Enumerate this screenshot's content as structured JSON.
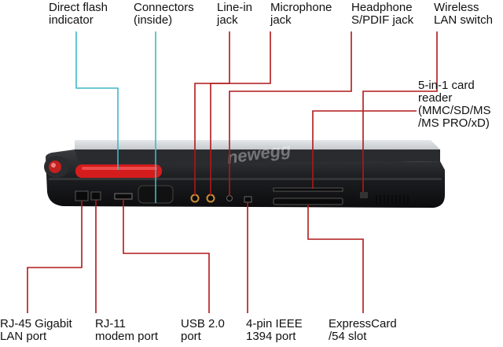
{
  "diagram": {
    "top_labels": [
      {
        "id": "direct-flash",
        "text": "Direct flash\nindicator"
      },
      {
        "id": "connectors",
        "text": "Connectors\n(inside)"
      },
      {
        "id": "line-in",
        "text": "Line-in\njack"
      },
      {
        "id": "microphone",
        "text": "Microphone\njack"
      },
      {
        "id": "headphone",
        "text": "Headphone\nS/PDIF jack"
      },
      {
        "id": "wireless",
        "text": "Wireless\nLAN switch"
      },
      {
        "id": "card-reader",
        "text": "5-in-1 card\nreader\n(MMC/SD/MS\n/MS PRO/xD)"
      }
    ],
    "bottom_labels": [
      {
        "id": "rj45",
        "text": "RJ-45 Gigabit\nLAN port"
      },
      {
        "id": "rj11",
        "text": "RJ-11\nmodem port"
      },
      {
        "id": "usb",
        "text": "USB 2.0\nport"
      },
      {
        "id": "ieee1394",
        "text": "4-pin IEEE\n1394 port"
      },
      {
        "id": "expresscard",
        "text": "ExpressCard\n/54 slot"
      }
    ],
    "colors": {
      "callout_red": "#b01818",
      "callout_cyan": "#3fb8c8",
      "laptop_body": "#1e1f22",
      "laptop_silver": "#c9cdd2",
      "flash_red": "#d41c1c"
    },
    "watermark": "newegg"
  }
}
